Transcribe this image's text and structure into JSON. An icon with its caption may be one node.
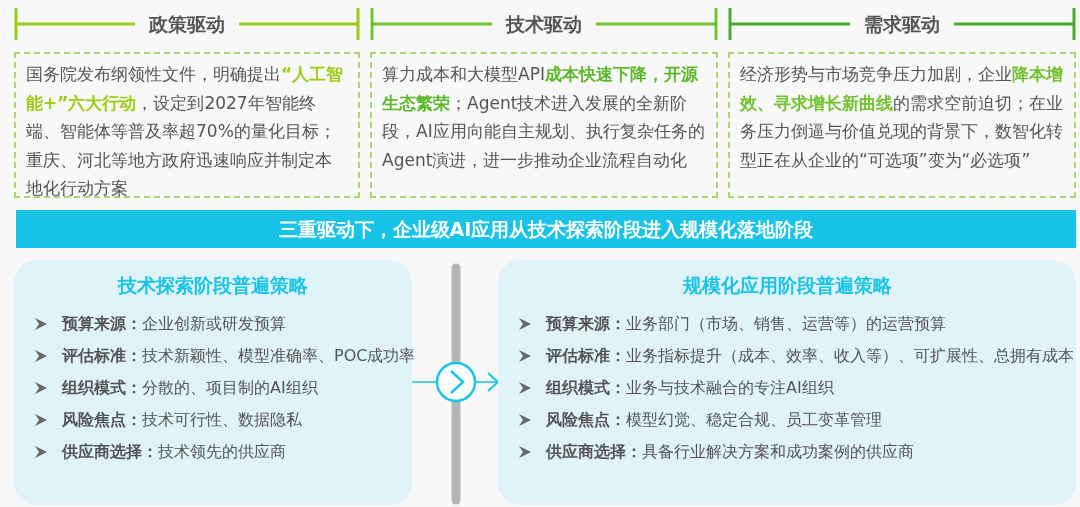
{
  "diagram": {
    "nodes": [
      {
        "text": [
          "政策驱动",
          "国务院发布纲领性文件，明确提出**“人工智能+”六大行动**，设定到2027年智能终端、智能体等普及率超70%的量化目标；重庆、河北等地方政府迅速响应并制定本地化行动方案"
        ]
      },
      {
        "text": [
          "技术驱动",
          "算力成本和大模型API**成本快速下降，开源生态繁荣**；Agent技术进入发展的全新阶段，AI应用向能自主规划、执行复杂任务的Agent演进，进一步推动企业流程自动化"
        ]
      },
      {
        "text": [
          "需求驱动",
          "经济形势与市场竞争压力加剧，企业**降本增效、寻求增长新曲线**的需求空前迫切；在业务压力倒逼与价值兑现的背景下，数智化转型正在从企业的“可选项”变为“必选项”"
        ]
      },
      {
        "text": [
          "三重驱动下，企业级AI应用从技术探索阶段进入规模化落地阶段"
        ]
      },
      {
        "text": [
          "技术探索阶段普遍策略",
          "**预算来源：**企业创新或研发预算",
          "**评估标准：**技术新颖性、模型准确率、POC成功率",
          "**组织模式：**分散的、项目制的AI组织",
          "**风险焦点：**技术可行性、数据隐私",
          "**供应商选择：**技术领先的供应商"
        ]
      },
      {
        "text": [
          "规模化应用阶段普遍策略",
          "**预算来源：**业务部门（市场、销售、运营等）的运营预算",
          "**评估标准：**业务指标提升（成本、效率、收入等）、可扩展性、总拥有成本",
          "**组织模式：**业务与技术融合的专注AI组织",
          "**风险焦点：**模型幻觉、稳定合规、员工变革管理",
          "**供应商选择：**具备行业解决方案和成功案例的供应商"
        ]
      }
    ],
    "edges": [
      {
        "from": 4,
        "to": 5,
        "arrow": "to"
      }
    ]
  }
}
